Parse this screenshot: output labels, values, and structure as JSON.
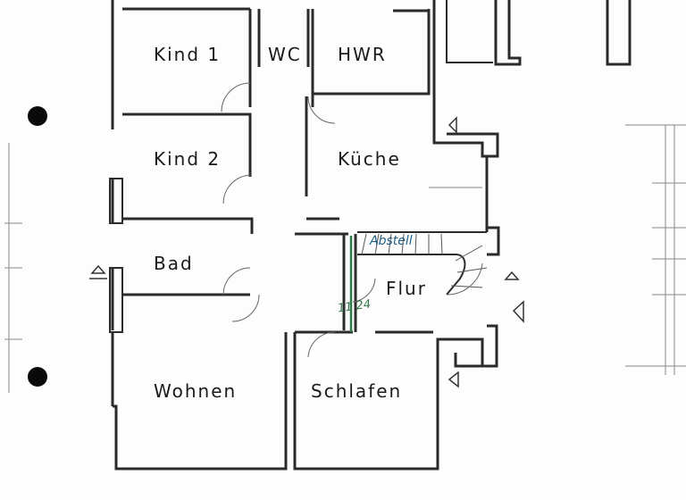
{
  "rooms": {
    "kind1": "Kind 1",
    "wc": "WC",
    "hwr": "HWR",
    "kind2": "Kind 2",
    "kueche": "Küche",
    "bad": "Bad",
    "flur": "Flur",
    "wohnen": "Wohnen",
    "schlafen": "Schlafen"
  },
  "annotations": {
    "abstell": "Abstell",
    "handwritten_mark": "11 24"
  },
  "colors": {
    "wall": "#2b2b2b",
    "ink_blue": "#1f5f86",
    "ink_green": "#2f7a4a"
  }
}
